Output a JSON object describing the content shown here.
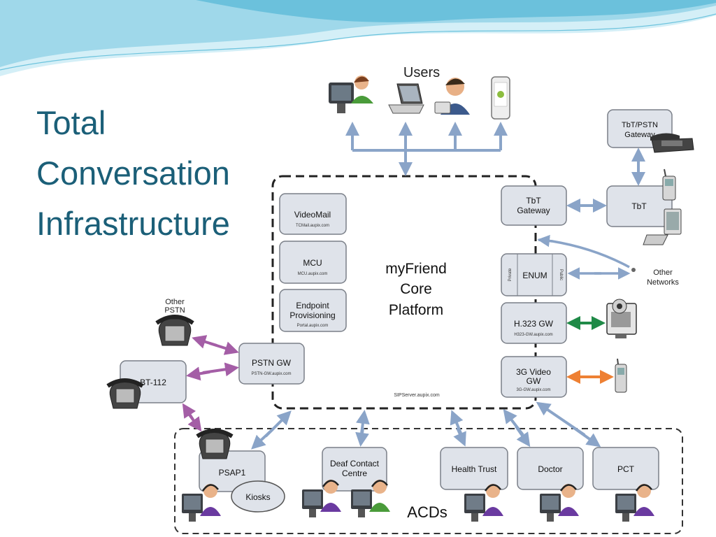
{
  "slide": {
    "title_lines": [
      "Total",
      "Conversation",
      "Infrastructure"
    ]
  },
  "colors": {
    "title": "#1b5f78",
    "box_fill": "#dfe3ea",
    "box_stroke": "#7a7f88",
    "arrow_blue": "#8aa4c8",
    "arrow_purple": "#a45ea6",
    "arrow_green": "#1f8a47",
    "arrow_orange": "#ee8033",
    "wave_light": "#bfe6f3",
    "wave_dark": "#56b8d6"
  },
  "diagram": {
    "users_label": "Users",
    "platform": {
      "line1": "myFriend",
      "line2": "Core",
      "line3": "Platform",
      "sip_label": "SIPServer.aupix.com"
    },
    "internal": {
      "videomail": {
        "name": "VideoMail",
        "sub": "TCMail.aupix.com"
      },
      "mcu": {
        "name": "MCU",
        "sub": "MCU.aupix.com"
      },
      "endpoint": {
        "line1": "Endpoint",
        "line2": "Provisioning",
        "sub": "Portal.aupix.com"
      }
    },
    "right": {
      "tbt_gw": {
        "line1": "TbT",
        "line2": "Gateway"
      },
      "enum": {
        "name": "ENUM",
        "private": "Private",
        "public": "Public"
      },
      "h323": {
        "name": "H.323 GW",
        "sub": "H323-GW.aupix.com"
      },
      "video3g": {
        "line1": "3G Video",
        "line2": "GW",
        "sub": "3G-GW.aupix.com"
      }
    },
    "far_right": {
      "tbt_pstn": {
        "line1": "TbT/PSTN",
        "line2": "Gateway"
      },
      "tbt": "TbT",
      "other_networks": {
        "line1": "Other",
        "line2": "Networks"
      }
    },
    "left": {
      "other_pstn": {
        "line1": "Other",
        "line2": "PSTN"
      },
      "pstn_gw": {
        "name": "PSTN GW",
        "sub": "PSTN-GW.aupix.com"
      },
      "bt112": "BT-112"
    },
    "acds": {
      "label": "ACDs",
      "psap1": "PSAP1",
      "kiosks": "Kiosks",
      "deaf": {
        "line1": "Deaf Contact",
        "line2": "Centre"
      },
      "health": "Health Trust",
      "doctor": "Doctor",
      "pct": "PCT"
    }
  }
}
